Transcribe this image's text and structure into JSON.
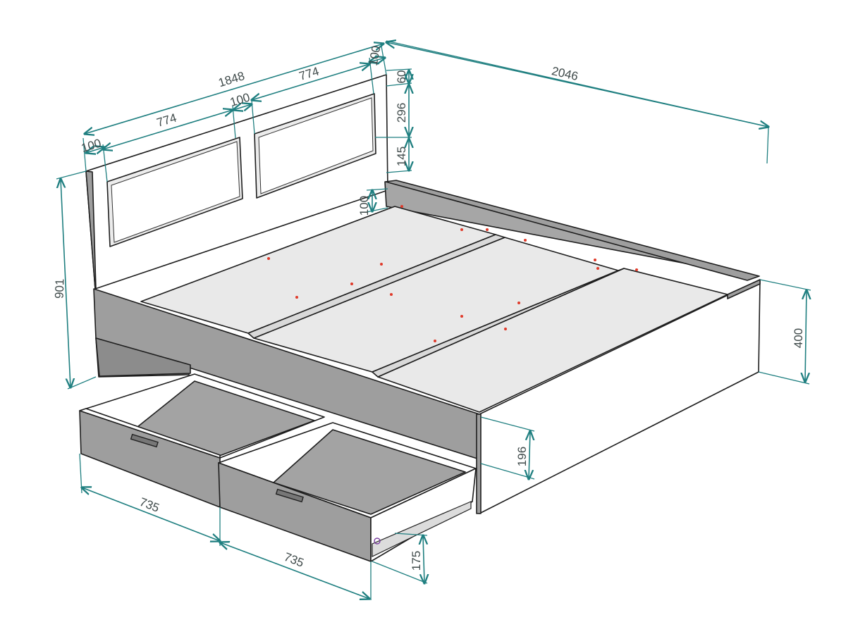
{
  "diagram": {
    "colors": {
      "dimension": "#1f7f80",
      "panel_gray": "#9e9e9e",
      "panel_light": "#f2f2f2",
      "outline": "#1e1e1e",
      "hardware_marks": "#e03a2a"
    },
    "dimensions": {
      "total_width": "1848",
      "total_length": "2046",
      "headboard_height": "901",
      "side_height": "400",
      "panel_width_left": "774",
      "panel_width_right": "774",
      "margin_left": "100",
      "gap_middle": "100",
      "margin_right": "100",
      "top_offset": "60",
      "panel_height": "296",
      "panel_bottom_offset": "145",
      "frame_offset": "100",
      "base_height": "196",
      "drawer_width_left": "735",
      "drawer_width_right": "735",
      "drawer_height": "175"
    }
  }
}
